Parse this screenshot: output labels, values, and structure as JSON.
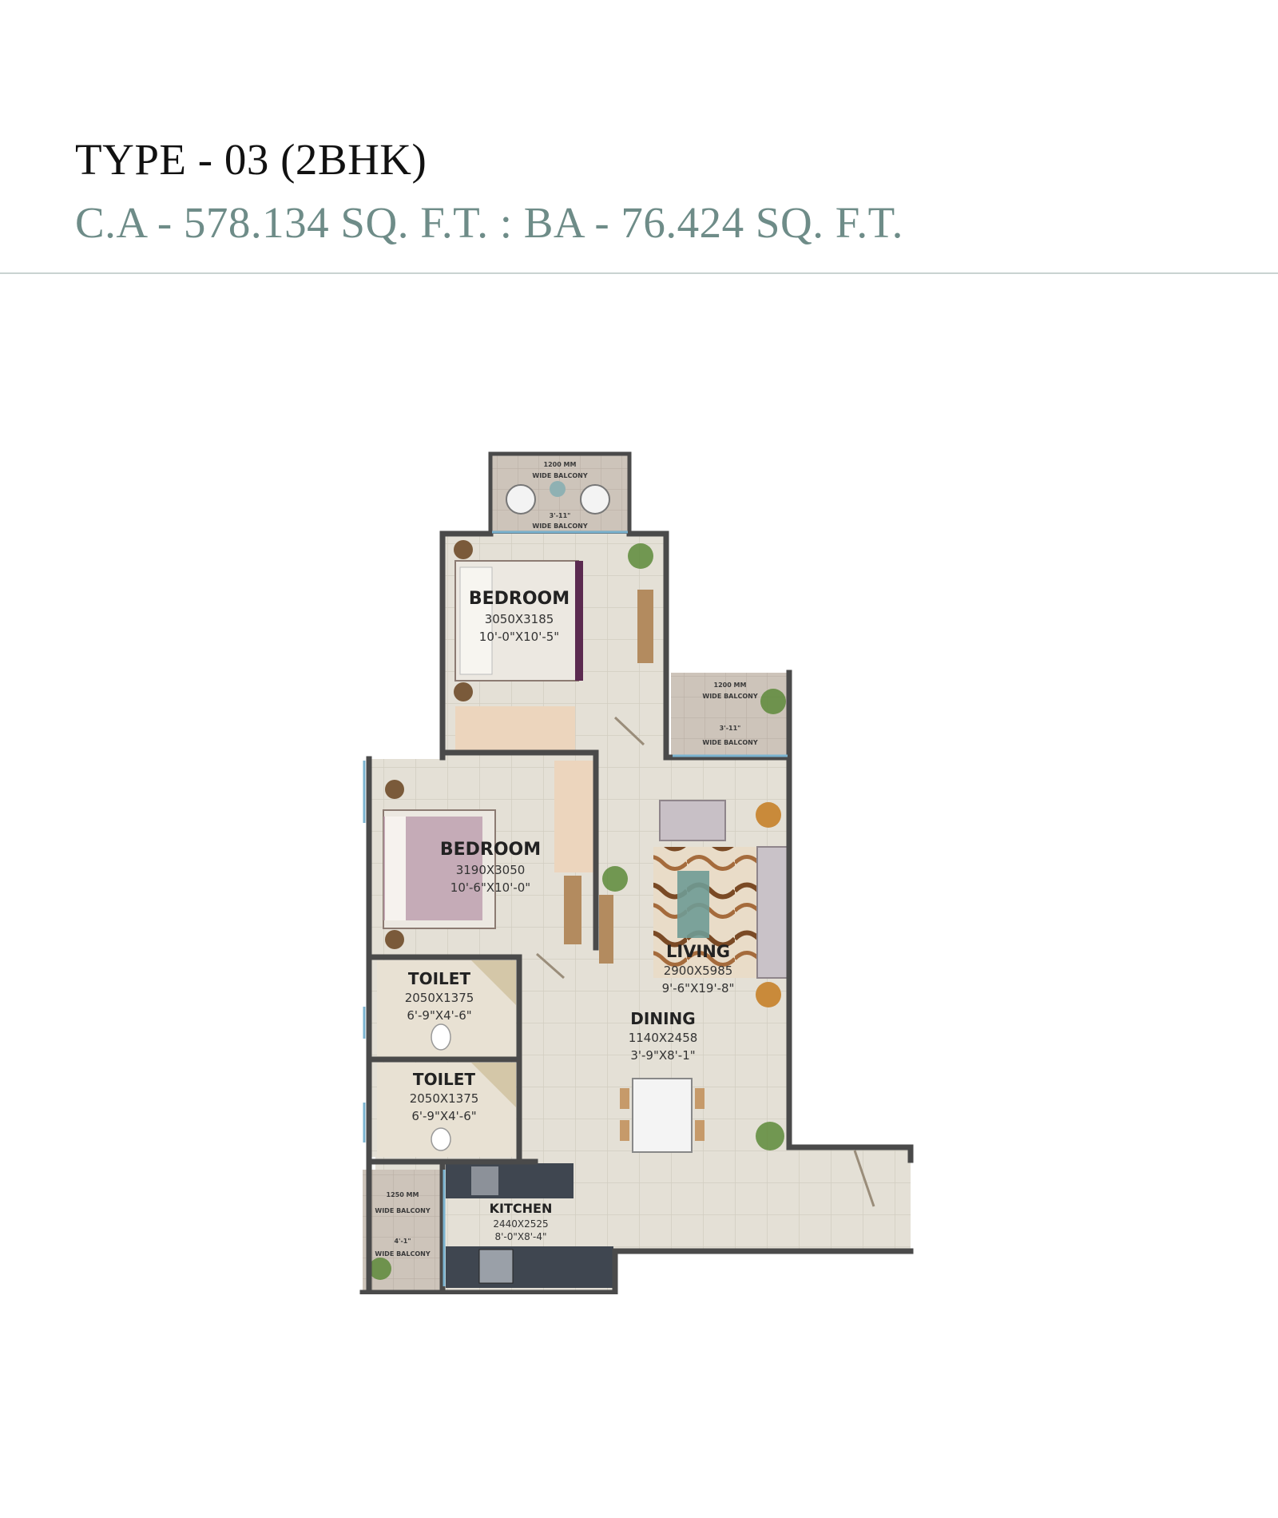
{
  "header": {
    "title": "TYPE - 03 (2BHK)",
    "subtitle": "C.A - 578.134 SQ. F.T. : BA - 76.424 SQ. F.T."
  },
  "colors": {
    "title": "#111111",
    "subtitle": "#6e8c88",
    "wall": "#4a4a4a",
    "floor": "#e6e2d8",
    "balcony_floor": "#cfc6bb",
    "kitchen_counter": "#3f4650",
    "bed_purple": "#a9859a",
    "plant": "#5d8a3a"
  },
  "rooms": {
    "top_balcony": {
      "line1": "1200 MM",
      "line2": "WIDE BALCONY",
      "line3": "3'-11\"",
      "line4": "WIDE BALCONY"
    },
    "bedroom1": {
      "name": "BEDROOM",
      "mm": "3050X3185",
      "ft": "10'-0\"X10'-5\""
    },
    "right_balcony": {
      "line1": "1200 MM",
      "line2": "WIDE BALCONY",
      "line3": "3'-11\"",
      "line4": "WIDE BALCONY"
    },
    "bedroom2": {
      "name": "BEDROOM",
      "mm": "3190X3050",
      "ft": "10'-6\"X10'-0\""
    },
    "living": {
      "name": "LIVING",
      "mm": "2900X5985",
      "ft": "9'-6\"X19'-8\""
    },
    "toilet1": {
      "name": "TOILET",
      "mm": "2050X1375",
      "ft": "6'-9\"X4'-6\""
    },
    "dining": {
      "name": "DINING",
      "mm": "1140X2458",
      "ft": "3'-9\"X8'-1\""
    },
    "toilet2": {
      "name": "TOILET",
      "mm": "2050X1375",
      "ft": "6'-9\"X4'-6\""
    },
    "kitchen": {
      "name": "KITCHEN",
      "mm": "2440X2525",
      "ft": "8'-0\"X8'-4\""
    },
    "kitchen_balcony": {
      "line1": "1250 MM",
      "line2": "WIDE BALCONY",
      "line3": "4'-1\"",
      "line4": "WIDE BALCONY"
    }
  }
}
